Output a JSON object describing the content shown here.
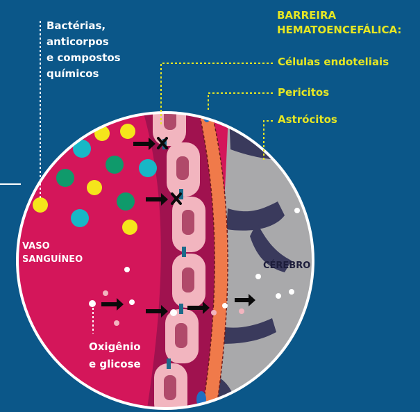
{
  "colors": {
    "background": "#0b5789",
    "blood_vessel": "#d4165a",
    "vessel_wall": "#a0124f",
    "endothelial_cell": "#f2b5bf",
    "nucleus": "#b04a6a",
    "pericyte_layer": "#f07a4a",
    "brain": "#a9a9ab",
    "astrocyte": "#3a3a5c",
    "label_yellow": "#e6e623",
    "label_white": "#ffffff"
  },
  "labels": {
    "bacteria": "Bactérias,\nanticorpos\ne compostos\nquímicos",
    "barreira": "BARREIRA\nHEMATOENCEFÁLICA:",
    "endoteliais": "Células endoteliais",
    "pericitos": "Pericitos",
    "astrocitos": "Astrócitos",
    "vaso": "VASO\nSANGUÍNEO",
    "cerebro": "CÉREBRO",
    "oxigenio": "Oxigênio\ne glicose"
  },
  "particles": {
    "yellow": "bacteria-particle",
    "teal": "antibody-particle",
    "green": "chemical-particle",
    "white": "oxygen-glucose-particle"
  }
}
